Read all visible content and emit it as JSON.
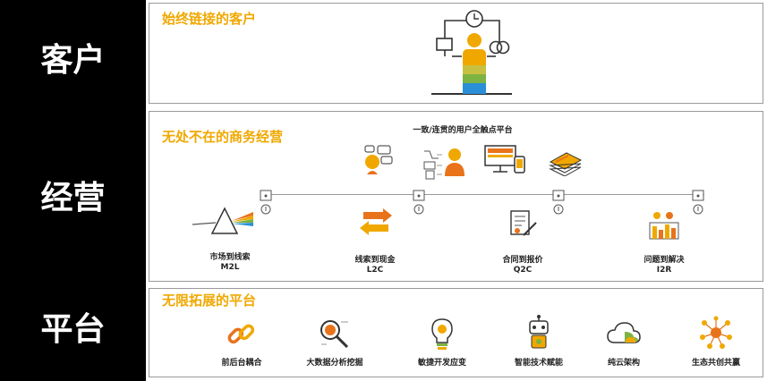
{
  "bands": {
    "customer": "客户",
    "operations": "经营",
    "platform": "平台"
  },
  "customer_panel": {
    "title": "始终链接的客户"
  },
  "operations_panel": {
    "title": "无处不在的商务经营",
    "touchpoint_caption": "一致/连贯的用户全触点平台",
    "stages": [
      {
        "label": "市场到线索",
        "abbr": "M2L"
      },
      {
        "label": "线索到现金",
        "abbr": "L2C"
      },
      {
        "label": "合同到报价",
        "abbr": "Q2C"
      },
      {
        "label": "问题到解决",
        "abbr": "I2R"
      }
    ]
  },
  "platform_panel": {
    "title": "无限拓展的平台",
    "capabilities": [
      {
        "label": "前后台耦合",
        "icon": "chain-link-icon"
      },
      {
        "label": "大数据分析挖掘",
        "icon": "magnifier-chart-icon"
      },
      {
        "label": "敏捷开发应变",
        "icon": "lightbulb-gear-icon"
      },
      {
        "label": "智能技术赋能",
        "icon": "robot-icon"
      },
      {
        "label": "纯云架构",
        "icon": "cloud-icon"
      },
      {
        "label": "生态共创共赢",
        "icon": "ecosystem-network-icon"
      }
    ]
  },
  "colors": {
    "accent": "#f0a800",
    "orange": "#e8731a",
    "blue": "#2a8fd6",
    "green": "#7cb342",
    "band": "#000000"
  }
}
